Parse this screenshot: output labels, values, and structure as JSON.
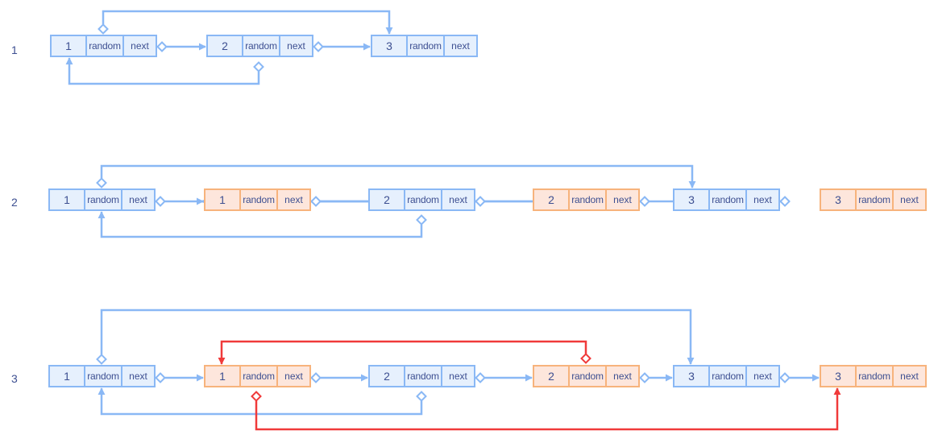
{
  "colors": {
    "original": "#8ab8f5",
    "copy": "#f7b37c",
    "highlight": "#f03a3a",
    "text": "#3d4f91"
  },
  "field_labels": {
    "random": "random",
    "next": "next"
  },
  "rows": [
    {
      "label": "1",
      "nodes": [
        {
          "value": "1",
          "kind": "original"
        },
        {
          "value": "2",
          "kind": "original"
        },
        {
          "value": "3",
          "kind": "original"
        }
      ]
    },
    {
      "label": "2",
      "nodes": [
        {
          "value": "1",
          "kind": "original"
        },
        {
          "value": "1",
          "kind": "copy"
        },
        {
          "value": "2",
          "kind": "original"
        },
        {
          "value": "2",
          "kind": "copy"
        },
        {
          "value": "3",
          "kind": "original"
        },
        {
          "value": "3",
          "kind": "copy"
        }
      ]
    },
    {
      "label": "3",
      "nodes": [
        {
          "value": "1",
          "kind": "original"
        },
        {
          "value": "1",
          "kind": "copy"
        },
        {
          "value": "2",
          "kind": "original"
        },
        {
          "value": "2",
          "kind": "copy"
        },
        {
          "value": "3",
          "kind": "original"
        },
        {
          "value": "3",
          "kind": "copy"
        }
      ]
    }
  ]
}
